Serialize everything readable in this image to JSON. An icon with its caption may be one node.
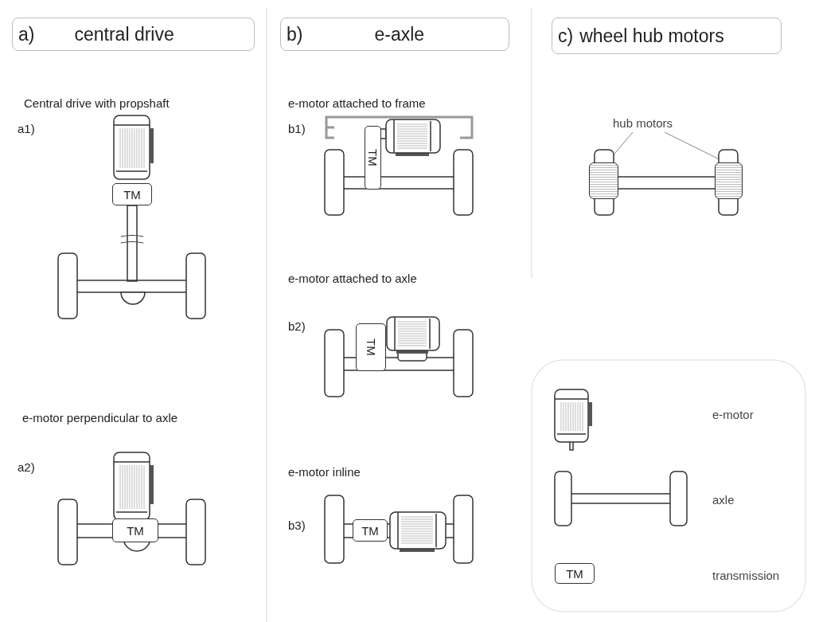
{
  "diagram": {
    "nodes": [
      {
        "text": [
          "a)",
          "central drive"
        ]
      },
      {
        "text": [
          "b)",
          "e-axle"
        ]
      },
      {
        "text": [
          "c)",
          "wheel hub motors"
        ]
      },
      {
        "text": [
          "TM"
        ]
      },
      {
        "text": [
          "TM"
        ]
      },
      {
        "text": [
          "TM"
        ]
      },
      {
        "text": [
          "TM"
        ]
      },
      {
        "text": [
          "TM"
        ]
      },
      {
        "text": [
          "hub motors"
        ]
      },
      {
        "text": [],
        "shape": "box"
      },
      {
        "text": [],
        "shape": "box"
      },
      {
        "text": [
          "TM"
        ]
      }
    ],
    "edges": [
      {
        "from": 8,
        "to": 9,
        "arrow": "none"
      },
      {
        "from": 8,
        "to": 10,
        "arrow": "none"
      }
    ],
    "labels": [
      "Central drive with propshaft",
      "a1)",
      "e-motor perpendicular to axle",
      "a2)",
      "e-motor attached to frame",
      "b1)",
      "e-motor attached to axle",
      "b2)",
      "e-motor inline",
      "b3)"
    ],
    "legend": [
      {
        "text": "e-motor"
      },
      {
        "text": "axle"
      },
      {
        "text": "transmission"
      }
    ]
  }
}
